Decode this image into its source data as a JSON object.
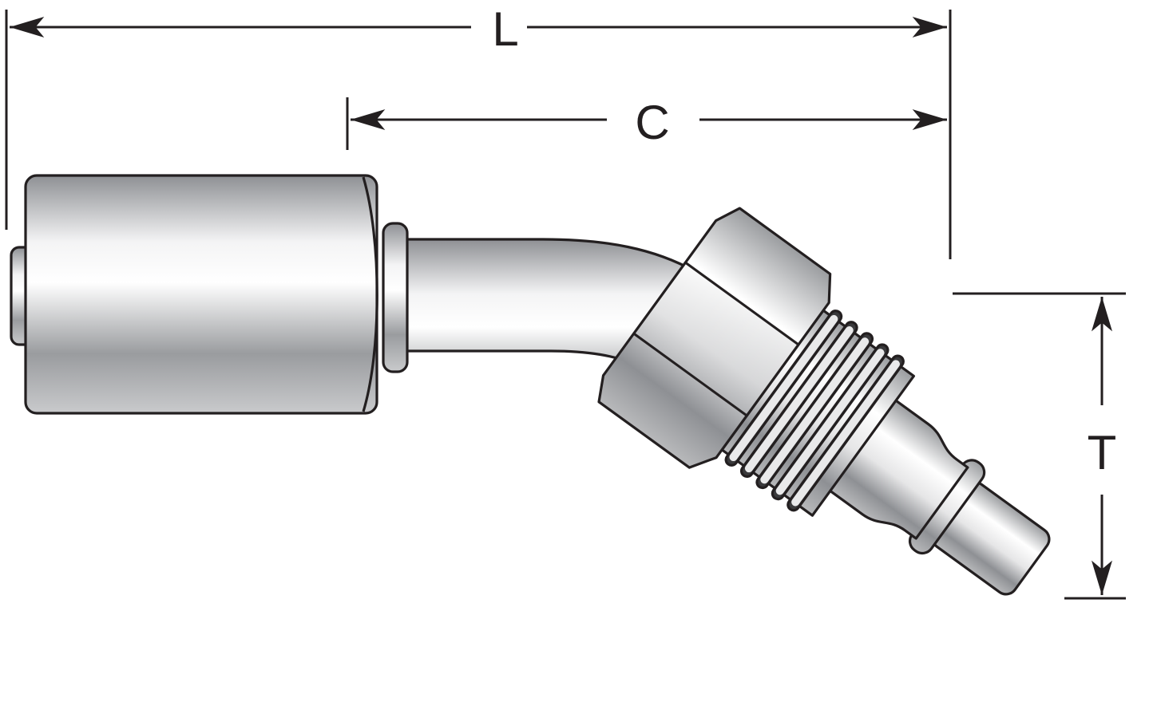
{
  "dimensions": {
    "overall_length": "L",
    "center_length": "C",
    "thread_size": "T"
  },
  "colors": {
    "outline": "#231f20",
    "metal_light": "#ffffff",
    "metal_mid": "#c9cacc",
    "metal_dark": "#8e9094"
  }
}
